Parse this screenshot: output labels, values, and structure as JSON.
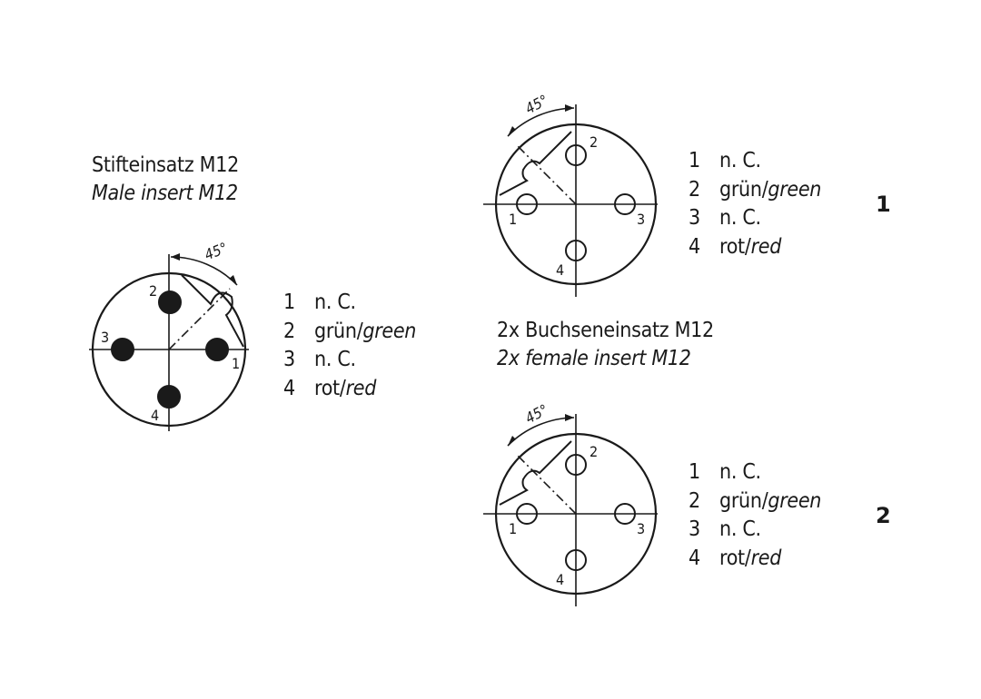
{
  "male": {
    "title": "Stifteinsatz M12",
    "subtitle": "Male insert M12",
    "angle": "45°",
    "pin_labels": [
      "1",
      "2",
      "3",
      "4"
    ],
    "pins": [
      {
        "num": "1",
        "de": "n. C.",
        "sep": "",
        "en": ""
      },
      {
        "num": "2",
        "de": "grün",
        "sep": "/",
        "en": "green"
      },
      {
        "num": "3",
        "de": "n. C.",
        "sep": "",
        "en": ""
      },
      {
        "num": "4",
        "de": "rot",
        "sep": "/",
        "en": "red"
      }
    ]
  },
  "female": {
    "title": "2x Buchseneinsatz M12",
    "subtitle": "2x female insert M12",
    "angle": "45°",
    "pin_labels": [
      "1",
      "2",
      "3",
      "4"
    ],
    "variants": [
      {
        "label": "1",
        "pins": [
          {
            "num": "1",
            "de": "n. C.",
            "sep": "",
            "en": ""
          },
          {
            "num": "2",
            "de": "grün",
            "sep": "/",
            "en": "green"
          },
          {
            "num": "3",
            "de": "n. C.",
            "sep": "",
            "en": ""
          },
          {
            "num": "4",
            "de": "rot",
            "sep": "/",
            "en": "red"
          }
        ]
      },
      {
        "label": "2",
        "pins": [
          {
            "num": "1",
            "de": "n. C.",
            "sep": "",
            "en": ""
          },
          {
            "num": "2",
            "de": "grün",
            "sep": "/",
            "en": "green"
          },
          {
            "num": "3",
            "de": "n. C.",
            "sep": "",
            "en": ""
          },
          {
            "num": "4",
            "de": "rot",
            "sep": "/",
            "en": "red"
          }
        ]
      }
    ]
  },
  "colors": {
    "ink": "#1a1a1a",
    "background": "#ffffff"
  }
}
